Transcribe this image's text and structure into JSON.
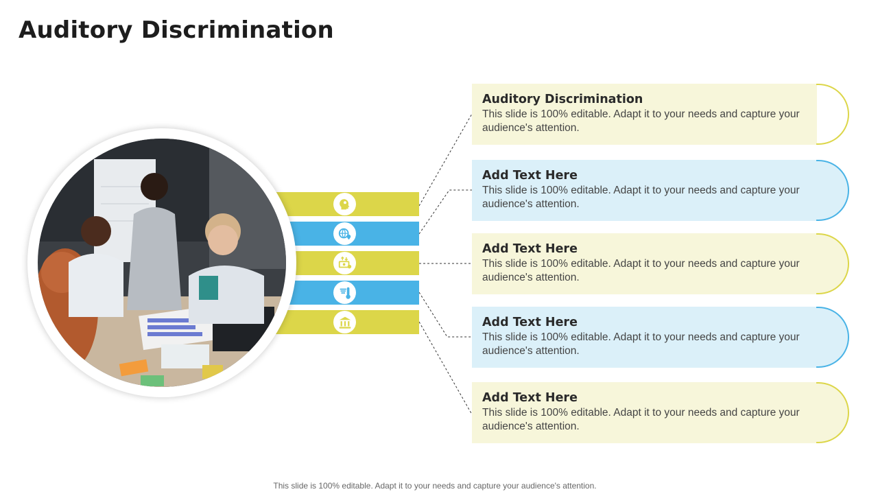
{
  "slide": {
    "title": "Auditory Discrimination",
    "footer": "This slide is 100% editable. Adapt it to your needs and capture your audience's attention."
  },
  "bands": [
    {
      "icon": "head-gear-icon",
      "color": "#dcd649"
    },
    {
      "icon": "globe-location-icon",
      "color": "#49b3e6"
    },
    {
      "icon": "money-exchange-icon",
      "color": "#dcd649"
    },
    {
      "icon": "weather-thermometer-icon",
      "color": "#49b3e6"
    },
    {
      "icon": "bank-building-icon",
      "color": "#dcd649"
    }
  ],
  "cards": [
    {
      "title": "Auditory Discrimination",
      "body": "This slide is 100% editable. Adapt it to your needs and capture your audience's attention."
    },
    {
      "title": "Add Text Here",
      "body": "This slide is 100% editable. Adapt it to your needs and capture your audience's attention."
    },
    {
      "title": "Add Text Here",
      "body": "This slide is 100% editable. Adapt it to your needs and capture your audience's attention."
    },
    {
      "title": "Add Text Here",
      "body": "This slide is 100% editable. Adapt it to your needs and capture your audience's attention."
    },
    {
      "title": "Add Text Here",
      "body": "This slide is 100% editable. Adapt it to your needs and capture your audience's attention."
    }
  ]
}
